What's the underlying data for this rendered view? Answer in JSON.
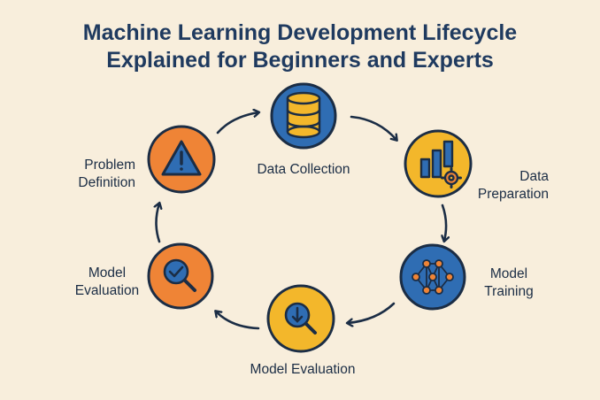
{
  "title": {
    "line1": "Machine Learning Development Lifecycle",
    "line2": "Explained for Beginners and Experts"
  },
  "stages": [
    {
      "label_line1": "Data Collection",
      "label_line2": "",
      "icon": "database-icon",
      "color": "#2f6db3"
    },
    {
      "label_line1": "Data",
      "label_line2": "Preparation",
      "icon": "bar-chart-gear-icon",
      "color": "#f3b72b"
    },
    {
      "label_line1": "Model",
      "label_line2": "Training",
      "icon": "neural-network-icon",
      "color": "#2f6db3"
    },
    {
      "label_line1": "Model Evaluation",
      "label_line2": "",
      "icon": "magnifier-down-arrow-icon",
      "color": "#f3b72b"
    },
    {
      "label_line1": "Model",
      "label_line2": "Evaluation",
      "icon": "magnifier-check-icon",
      "color": "#ef8436"
    },
    {
      "label_line1": "Problem",
      "label_line2": "Definition",
      "icon": "warning-triangle-icon",
      "color": "#ef8436"
    }
  ],
  "colors": {
    "background": "#f8eedc",
    "title": "#1f3a5f",
    "outline": "#1b2d45",
    "blue": "#2f6db3",
    "yellow": "#f3b72b",
    "orange": "#ef8436"
  }
}
